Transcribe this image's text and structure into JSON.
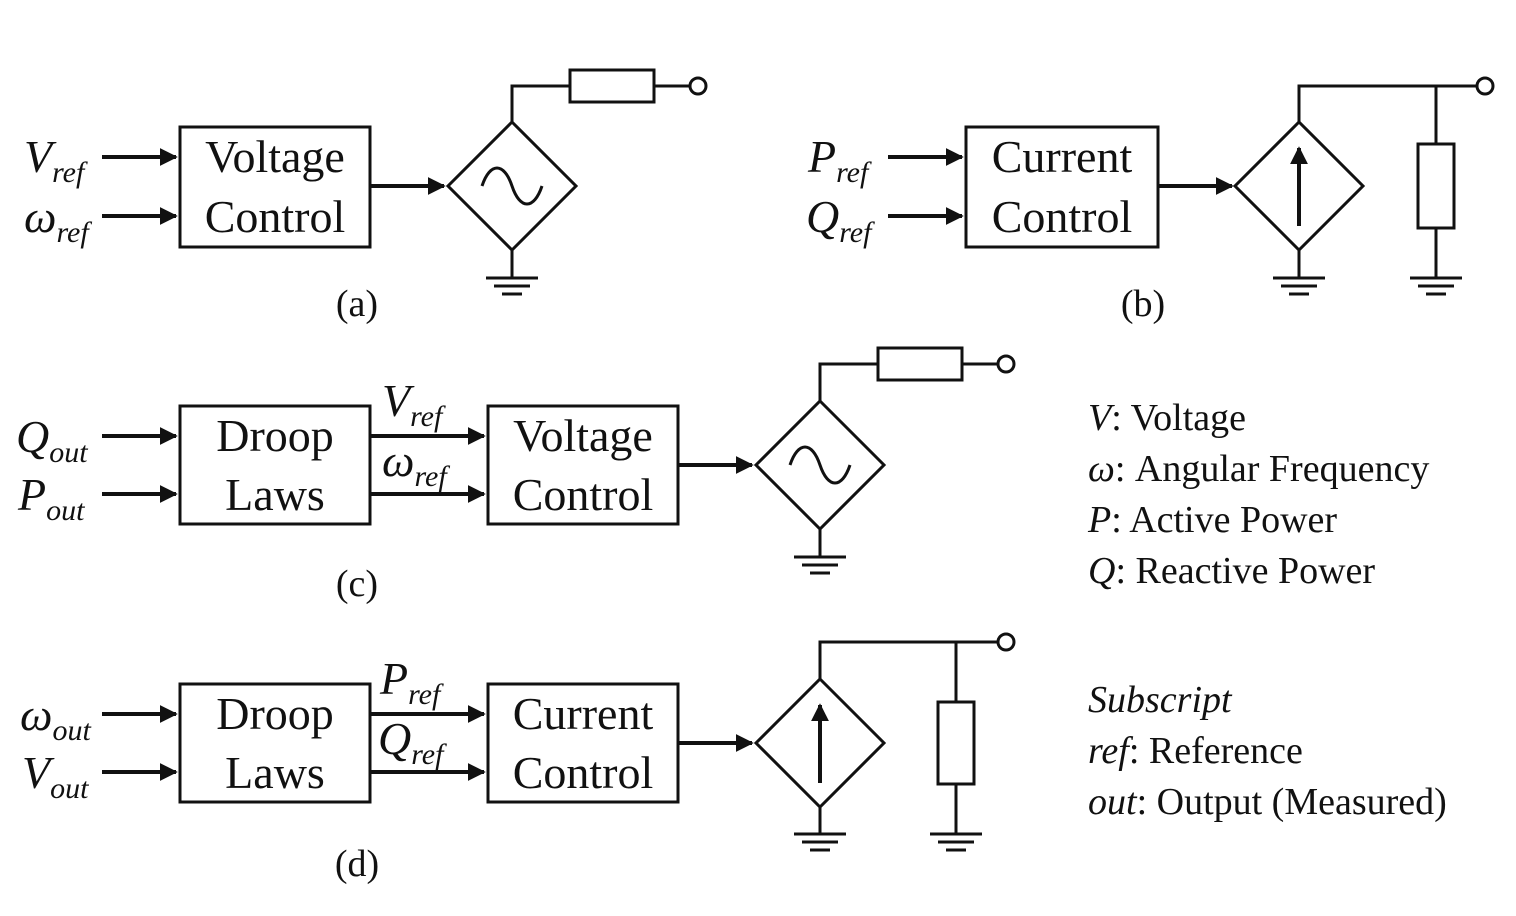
{
  "panels": {
    "a": {
      "caption": "(a)",
      "inputs": [
        {
          "main": "V",
          "sub": "ref"
        },
        {
          "main": "ω",
          "sub": "ref"
        }
      ],
      "block": [
        "Voltage",
        "Control"
      ]
    },
    "b": {
      "caption": "(b)",
      "inputs": [
        {
          "main": "P",
          "sub": "ref"
        },
        {
          "main": "Q",
          "sub": "ref"
        }
      ],
      "block": [
        "Current",
        "Control"
      ]
    },
    "c": {
      "caption": "(c)",
      "inputs": [
        {
          "main": "Q",
          "sub": "out"
        },
        {
          "main": "P",
          "sub": "out"
        }
      ],
      "block1": [
        "Droop",
        "Laws"
      ],
      "mid": [
        {
          "main": "V",
          "sub": "ref"
        },
        {
          "main": "ω",
          "sub": "ref"
        }
      ],
      "block2": [
        "Voltage",
        "Control"
      ]
    },
    "d": {
      "caption": "(d)",
      "inputs": [
        {
          "main": "ω",
          "sub": "out"
        },
        {
          "main": "V",
          "sub": "out"
        }
      ],
      "block1": [
        "Droop",
        "Laws"
      ],
      "mid": [
        {
          "main": "P",
          "sub": "ref"
        },
        {
          "main": "Q",
          "sub": "ref"
        }
      ],
      "block2": [
        "Current",
        "Control"
      ]
    }
  },
  "legend": {
    "items": [
      {
        "sym": "V",
        "sep": ":  ",
        "text": "Voltage"
      },
      {
        "sym": "ω",
        "sep": ": ",
        "text": "Angular Frequency"
      },
      {
        "sym": "P",
        "sep": ": ",
        "text": "Active Power"
      },
      {
        "sym": "Q",
        "sep": ": ",
        "text": "Reactive Power"
      }
    ],
    "subscript_title": "Subscript",
    "subscripts": [
      {
        "sym": "ref",
        "sep": ": ",
        "text": "Reference"
      },
      {
        "sym": "out",
        "sep": ": ",
        "text": "Output (Measured)"
      }
    ]
  }
}
